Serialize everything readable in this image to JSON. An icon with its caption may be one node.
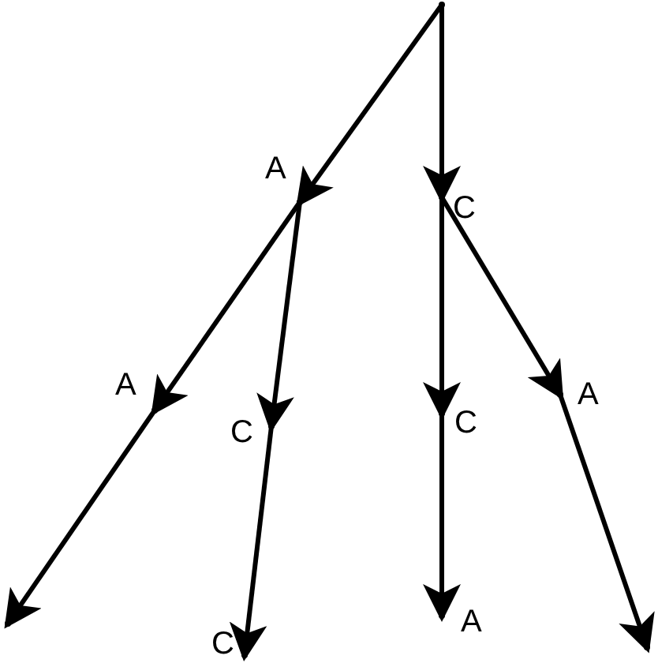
{
  "diagram": {
    "nodes": [
      {
        "text": [],
        "shape": "dot"
      },
      {
        "text": [],
        "shape": "dot"
      },
      {
        "text": [],
        "shape": "dot"
      },
      {
        "text": [],
        "shape": "dot"
      },
      {
        "text": [],
        "shape": "dot"
      },
      {
        "text": [],
        "shape": "dot"
      },
      {
        "text": [],
        "shape": "dot"
      },
      {
        "text": [],
        "shape": "dot"
      },
      {
        "text": [],
        "shape": "dot"
      },
      {
        "text": [],
        "shape": "dot"
      },
      {
        "text": [],
        "shape": "dot"
      }
    ],
    "edges": [
      {
        "from": 0,
        "to": 1,
        "arrow": "to",
        "label": "A"
      },
      {
        "from": 0,
        "to": 2,
        "arrow": "to",
        "label": "C"
      },
      {
        "from": 1,
        "to": 3,
        "arrow": "to",
        "label": "A"
      },
      {
        "from": 1,
        "to": 4,
        "arrow": "to",
        "label": "C"
      },
      {
        "from": 2,
        "to": 5,
        "arrow": "to",
        "label": "C"
      },
      {
        "from": 2,
        "to": 6,
        "arrow": "to",
        "label": "A"
      },
      {
        "from": 3,
        "to": 7,
        "arrow": "to"
      },
      {
        "from": 4,
        "to": 8,
        "arrow": "to",
        "label": "C"
      },
      {
        "from": 5,
        "to": 9,
        "arrow": "to",
        "label": "A"
      },
      {
        "from": 6,
        "to": 10,
        "arrow": "to"
      }
    ]
  }
}
